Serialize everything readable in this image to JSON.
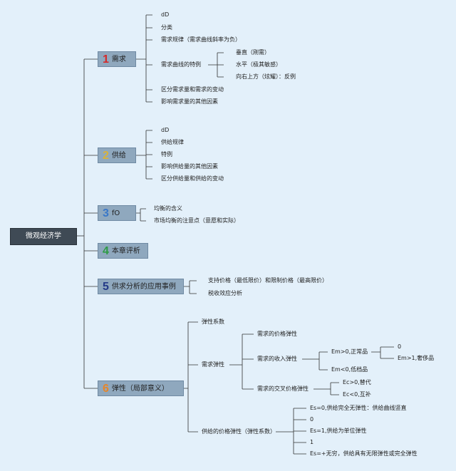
{
  "root": "微观经济学",
  "colors": {
    "s1": "#d42a2a",
    "s2": "#d9b23a",
    "s3": "#3a78c8",
    "s4": "#2e9b45",
    "s5": "#243a88",
    "s6": "#e6862a"
  },
  "sections": {
    "s1": {
      "num": "1",
      "label": "需求",
      "items": [
        "dD",
        "分类",
        "需求规律（需求曲线斜率为负）",
        "需求曲线的特例",
        "区分需求量和需求的变动",
        "影响需求量的其他因素"
      ],
      "special": [
        "垂直（刚需）",
        "水平（极其敏感）",
        "向右上方（炫耀）：反例"
      ]
    },
    "s2": {
      "num": "2",
      "label": "供给",
      "items": [
        "dD",
        "供给规律",
        "特例",
        "影响供给量的其他因素",
        "区分供给量和供给的变动"
      ]
    },
    "s3": {
      "num": "3",
      "label": "fO",
      "items": [
        "均衡的含义",
        "市场均衡的注意点（意愿和实际）"
      ]
    },
    "s4": {
      "num": "4",
      "label": "本章评析"
    },
    "s5": {
      "num": "5",
      "label": "供求分析的应用事例",
      "items": [
        "支持价格（最低限价）和限制价格（最高限价）",
        "税收效应分析"
      ]
    },
    "s6": {
      "num": "6",
      "label": "弹性（局部意义）",
      "items": [
        "弹性系数",
        "需求弹性",
        "供给的价格弹性（弹性系数）"
      ],
      "demand": [
        "需求的价格弹性",
        "需求的收入弹性",
        "需求的交叉价格弹性"
      ],
      "income": [
        "Em>0,正常品",
        "Em<0,低档品"
      ],
      "normal": [
        "0",
        "Em>1,奢侈品"
      ],
      "cross": [
        "Ec>0,替代",
        "Ec<0,互补"
      ],
      "supply": [
        "Es=0,供给完全无弹性：供给曲线竖直",
        "0",
        "Es=1,供给为单位弹性",
        "1",
        "Es=+无穷，供给具有无限弹性或完全弹性"
      ]
    }
  }
}
